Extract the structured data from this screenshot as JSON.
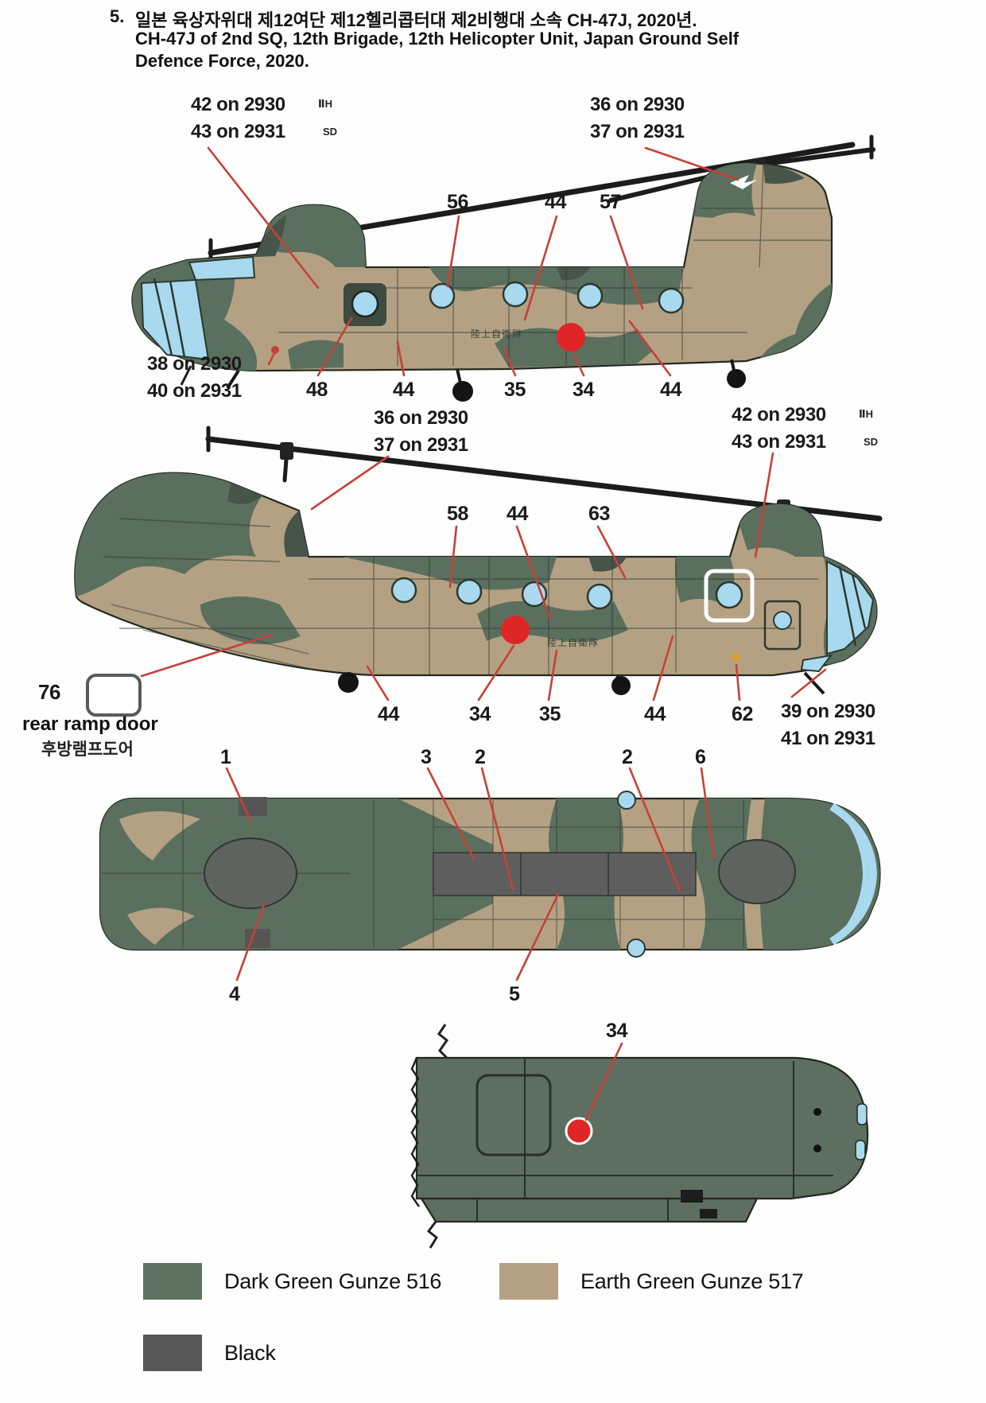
{
  "header": {
    "item_number": "5.",
    "title_ko": "일본 육상자위대 제12여단 제12헬리콥터대 제2비행대 소속 CH-47J, 2020년.",
    "title_en_1": "CH-47J of 2nd SQ, 12th Brigade, 12th Helicopter Unit, Japan Ground Self",
    "title_en_2": "Defence Force, 2020."
  },
  "side_view_1": {
    "decal_labels": {
      "top_left_1": "42 on 2930",
      "top_left_1_tag": "ⅡH",
      "top_left_2": "43 on 2931",
      "top_left_2_tag": "SD",
      "top_right_1": "36 on 2930",
      "top_right_2": "37 on 2931",
      "bottom_left_1": "38 on 2930",
      "bottom_left_2": "40 on 2931"
    },
    "callouts_top": [
      "56",
      "44",
      "57"
    ],
    "callouts_bottom": [
      "48",
      "44",
      "35",
      "34",
      "44"
    ],
    "fuselage_text": "陸上自衛隊"
  },
  "side_view_2": {
    "decal_labels": {
      "top_left_1": "36 on 2930",
      "top_left_2": "37 on 2931",
      "top_right_1": "42 on 2930",
      "top_right_1_tag": "ⅡH",
      "top_right_2": "43 on 2931",
      "top_right_2_tag": "SD",
      "bottom_right_1": "39 on 2930",
      "bottom_right_2": "41 on 2931"
    },
    "callouts_top": [
      "58",
      "44",
      "63"
    ],
    "callouts_bottom": [
      "44",
      "34",
      "35",
      "44",
      "62"
    ],
    "ramp_note": {
      "number": "76",
      "label_en": "rear ramp door",
      "label_ko": "후방램프도어"
    },
    "fuselage_text": "陸上自衛隊"
  },
  "top_view": {
    "callouts_top": [
      "1",
      "3",
      "2",
      "2",
      "6"
    ],
    "callouts_bottom": [
      "4",
      "5"
    ]
  },
  "rear_view": {
    "callout": "34"
  },
  "legend": {
    "items": [
      {
        "label": "Dark Green Gunze 516",
        "color": "#5f7261"
      },
      {
        "label": "Earth Green Gunze 517",
        "color": "#b4a183"
      },
      {
        "label": "Black",
        "color": "#575757"
      }
    ]
  },
  "palette": {
    "dark_green": "#5f7261",
    "earth_green": "#b4a183",
    "black_gray": "#575757",
    "window_blue": "#a9d9ee",
    "roundel_red": "#df2626",
    "leader_line": "#c7403a"
  }
}
